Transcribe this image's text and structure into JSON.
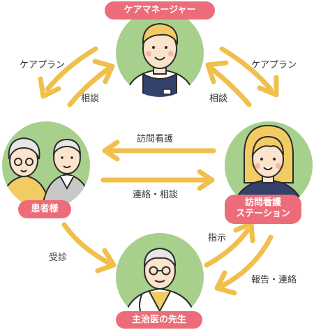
{
  "colors": {
    "circle_fill": "#a8d08d",
    "pill_fill": "#ec6d79",
    "pill_text": "#ffffff",
    "arrow": "#f0bf4c",
    "label_text": "#333333",
    "outline": "#2b2b2b"
  },
  "nodes": {
    "care_manager": {
      "label": "ケアマネージャー",
      "figure": "care-manager-icon"
    },
    "patient": {
      "label": "患者様",
      "figure": "elderly-couple-icon"
    },
    "nursing_station": {
      "label_line1": "訪問看護",
      "label_line2": "ステーション",
      "figure": "nurse-icon"
    },
    "doctor": {
      "label": "主治医の先生",
      "figure": "doctor-icon"
    }
  },
  "edges": {
    "care_plan_left": "ケアプラン",
    "consult_left": "相談",
    "care_plan_right": "ケアプラン",
    "consult_right": "相談",
    "home_nursing": "訪問看護",
    "contact_consult": "連絡・相談",
    "visit": "受診",
    "instruction": "指示",
    "report_contact": "報告・連絡"
  }
}
